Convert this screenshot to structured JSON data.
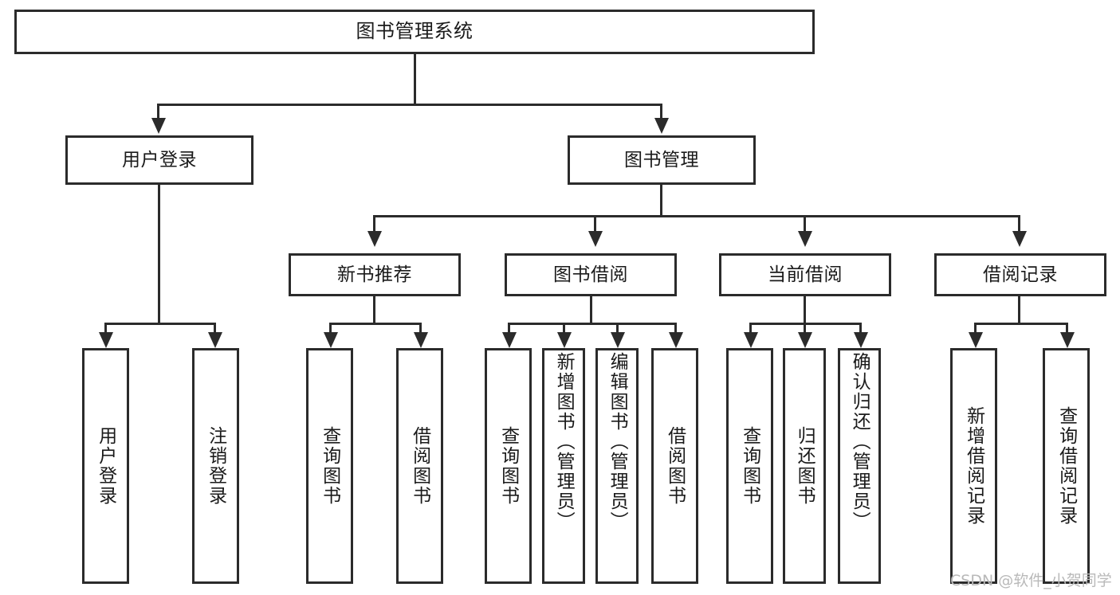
{
  "diagram": {
    "title": "图书管理系统",
    "type": "功能结构图",
    "root": {
      "label": "图书管理系统"
    },
    "level2": [
      {
        "label": "用户登录"
      },
      {
        "label": "图书管理"
      }
    ],
    "level3": [
      {
        "label": "新书推荐"
      },
      {
        "label": "图书借阅"
      },
      {
        "label": "当前借阅"
      },
      {
        "label": "借阅记录"
      }
    ],
    "leaves": {
      "user_login": [
        {
          "label": "用户登录"
        },
        {
          "label": "注销登录"
        }
      ],
      "new_book_recommend": [
        {
          "label": "查询图书"
        },
        {
          "label": "借阅图书"
        }
      ],
      "book_borrow": [
        {
          "label": "查询图书"
        },
        {
          "label": "新增图书（管理员）"
        },
        {
          "label": "编辑图书（管理员）"
        },
        {
          "label": "借阅图书"
        }
      ],
      "current_borrow": [
        {
          "label": "查询图书"
        },
        {
          "label": "归还图书"
        },
        {
          "label": "确认归还（管理员）"
        }
      ],
      "borrow_record": [
        {
          "label": "新增借阅记录"
        },
        {
          "label": "查询借阅记录"
        }
      ]
    }
  },
  "watermark": {
    "text": "CSDN @软件_小贺同学"
  },
  "colors": {
    "stroke": "#2b2b2b",
    "background": "#ffffff",
    "text": "#1a1a1a",
    "watermark": "#b9b9b9"
  }
}
